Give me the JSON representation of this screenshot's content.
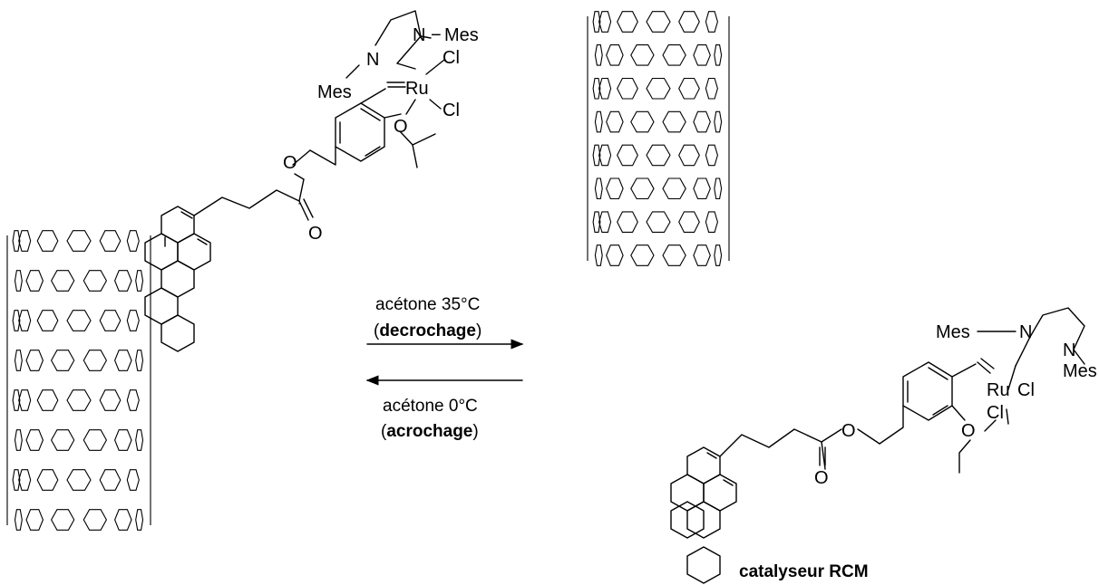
{
  "reaction": {
    "forward_condition": "acétone 35°C",
    "forward_paren_open": "(",
    "forward_name": "decrochage",
    "forward_paren_close": ")",
    "reverse_condition": "acétone 0°C",
    "reverse_paren_open": "(",
    "reverse_name": "acrochage",
    "reverse_paren_close": ")"
  },
  "product_caption": "catalyseur RCM",
  "atoms": {
    "N": "N",
    "Mes": "Mes",
    "Cl": "Cl",
    "Ru": "Ru",
    "O": "O",
    "dash": "−"
  }
}
